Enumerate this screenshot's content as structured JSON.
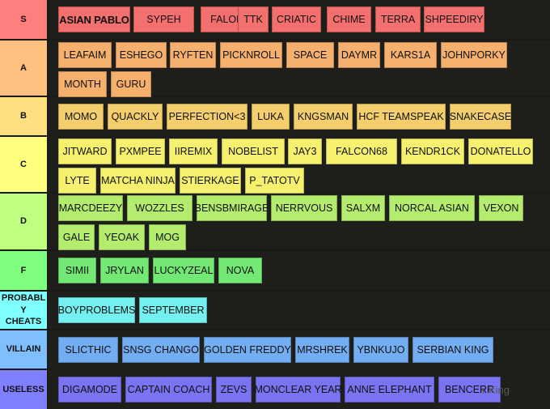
{
  "watermark": "r King",
  "tiers": [
    {
      "label": "S",
      "color": "#ff7f7f",
      "items": [
        {
          "text": "ASIAN PABLO",
          "bold": true
        },
        {
          "text": "SYPEH"
        },
        {
          "text": "FALORES"
        },
        {
          "text": "TTK"
        },
        {
          "text": "CRIATIC"
        },
        {
          "text": "CHIME"
        },
        {
          "text": "TERRA"
        },
        {
          "text": "SHPEEDIRY"
        }
      ]
    },
    {
      "label": "A",
      "color": "#ffbf7f",
      "items": [
        {
          "text": "LEAFAIM"
        },
        {
          "text": "ESHEGO"
        },
        {
          "text": "RYFTEN"
        },
        {
          "text": "PICKNROLL"
        },
        {
          "text": "SPACE"
        },
        {
          "text": "DAYMR"
        },
        {
          "text": "KARS1A"
        },
        {
          "text": "JOHNPORKY"
        },
        {
          "text": "MONTH"
        },
        {
          "text": "GURU"
        }
      ]
    },
    {
      "label": "B",
      "color": "#ffdf7f",
      "items": [
        {
          "text": "MOMO"
        },
        {
          "text": "QUACKLY"
        },
        {
          "text": "PERFECTION<3"
        },
        {
          "text": "LUKA"
        },
        {
          "text": "KNGSMAN"
        },
        {
          "text": "HCF TEAMSPEAK"
        },
        {
          "text": "SNAKECASE"
        }
      ]
    },
    {
      "label": "C",
      "color": "#ffff7f",
      "items": [
        {
          "text": "JITWARD"
        },
        {
          "text": "PXMPEE"
        },
        {
          "text": "IIREMIX"
        },
        {
          "text": "NOBELIST"
        },
        {
          "text": "JAY3"
        },
        {
          "text": "FALCON68"
        },
        {
          "text": "KENDR1CK"
        },
        {
          "text": "DONATELLO"
        },
        {
          "text": "LYTE"
        },
        {
          "text": "MATCHA NINJA"
        },
        {
          "text": "STIERKAGE"
        },
        {
          "text": "P_TATOTV"
        }
      ]
    },
    {
      "label": "D",
      "color": "#bfff7f",
      "items": [
        {
          "text": "MARCDEEZY"
        },
        {
          "text": "WOZZLES"
        },
        {
          "text": "BENSBMIRAGE"
        },
        {
          "text": "NERRVOUS"
        },
        {
          "text": "SALXM"
        },
        {
          "text": "NORCAL ASIAN"
        },
        {
          "text": "VEXON"
        },
        {
          "text": "GALE"
        },
        {
          "text": "YEOAK"
        },
        {
          "text": "MOG"
        }
      ]
    },
    {
      "label": "F",
      "color": "#7fff7f",
      "items": [
        {
          "text": "SIMII"
        },
        {
          "text": "JRYLAN"
        },
        {
          "text": "LUCKYZEAL"
        },
        {
          "text": "NOVA"
        }
      ]
    },
    {
      "label": "PROBABL Y CHEATS",
      "color": "#7fffff",
      "items": [
        {
          "text": "BOYPROBLEMS"
        },
        {
          "text": "SEPTEMBER"
        }
      ]
    },
    {
      "label": "VILLAIN",
      "color": "#7fbfff",
      "items": [
        {
          "text": "SLICTHIC"
        },
        {
          "text": "SNSG CHANGO"
        },
        {
          "text": "GOLDEN FREDDY"
        },
        {
          "text": "MRSHREK"
        },
        {
          "text": "YBNKUJO"
        },
        {
          "text": "SERBIAN KING"
        }
      ]
    },
    {
      "label": "USELESS",
      "color": "#7f7fff",
      "items": [
        {
          "text": "DIGAMODE"
        },
        {
          "text": "CAPTAIN COACH"
        },
        {
          "text": "ZEVS"
        },
        {
          "text": "MONCLEAR YEAR"
        },
        {
          "text": "ANNE ELEPHANT"
        },
        {
          "text": "BENCERR"
        }
      ]
    }
  ]
}
